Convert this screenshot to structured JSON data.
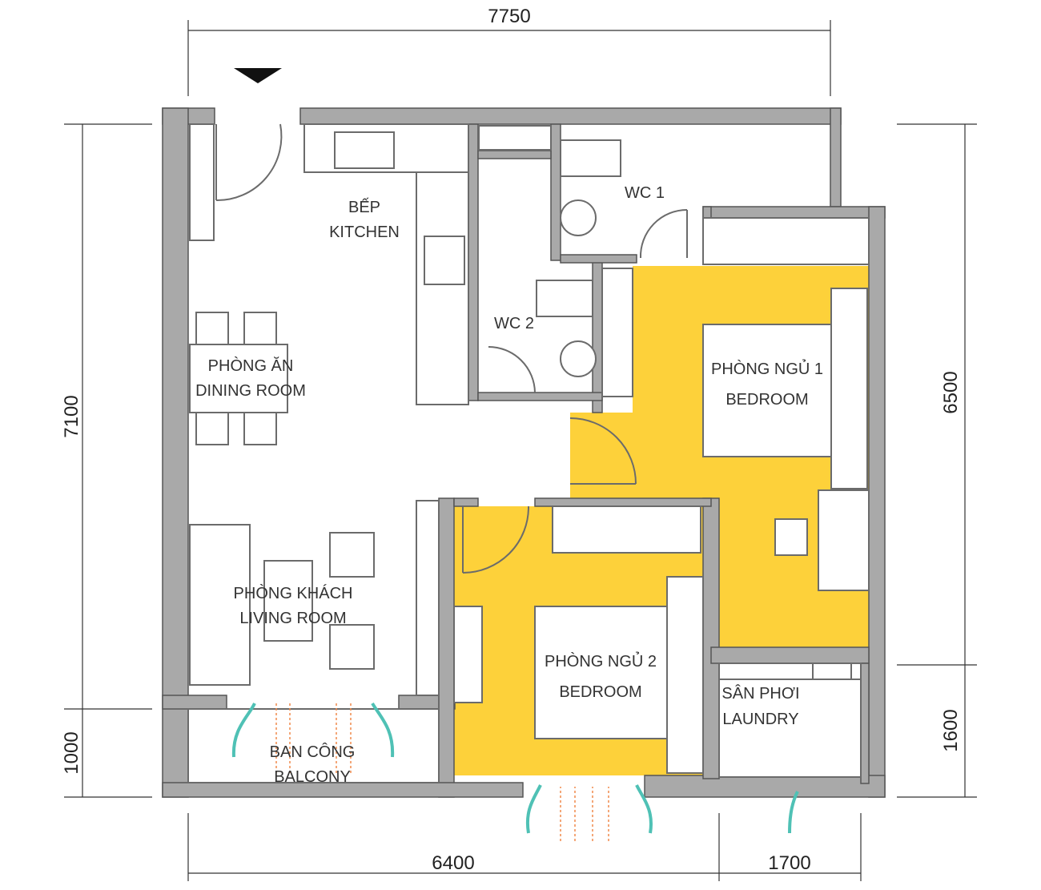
{
  "dimensions": {
    "top": "7750",
    "left_main": "7100",
    "left_balcony": "1000",
    "right_main": "6500",
    "right_laundry": "1600",
    "bottom_main": "6400",
    "bottom_laundry": "1700"
  },
  "rooms": {
    "kitchen": {
      "vi": "BẾP",
      "en": "KITCHEN"
    },
    "wc1": {
      "en": "WC 1"
    },
    "wc2": {
      "en": "WC 2"
    },
    "dining": {
      "vi": "PHÒNG ĂN",
      "en": "DINING ROOM"
    },
    "bedroom1": {
      "vi": "PHÒNG NGỦ 1",
      "en": "BEDROOM"
    },
    "living": {
      "vi": "PHÒNG KHÁCH",
      "en": "LIVING ROOM"
    },
    "bedroom2": {
      "vi": "PHÒNG NGỦ 2",
      "en": "BEDROOM"
    },
    "laundry": {
      "vi": "SÂN PHƠI",
      "en": "LAUNDRY"
    },
    "balcony": {
      "vi": "BAN CÔNG",
      "en": "BALCONY"
    }
  },
  "colors": {
    "bedroom_fill": "#fdd13a",
    "wall": "#a9a9a9",
    "airflow": "#4fc1b5",
    "sunlight": "#f08a4b"
  }
}
